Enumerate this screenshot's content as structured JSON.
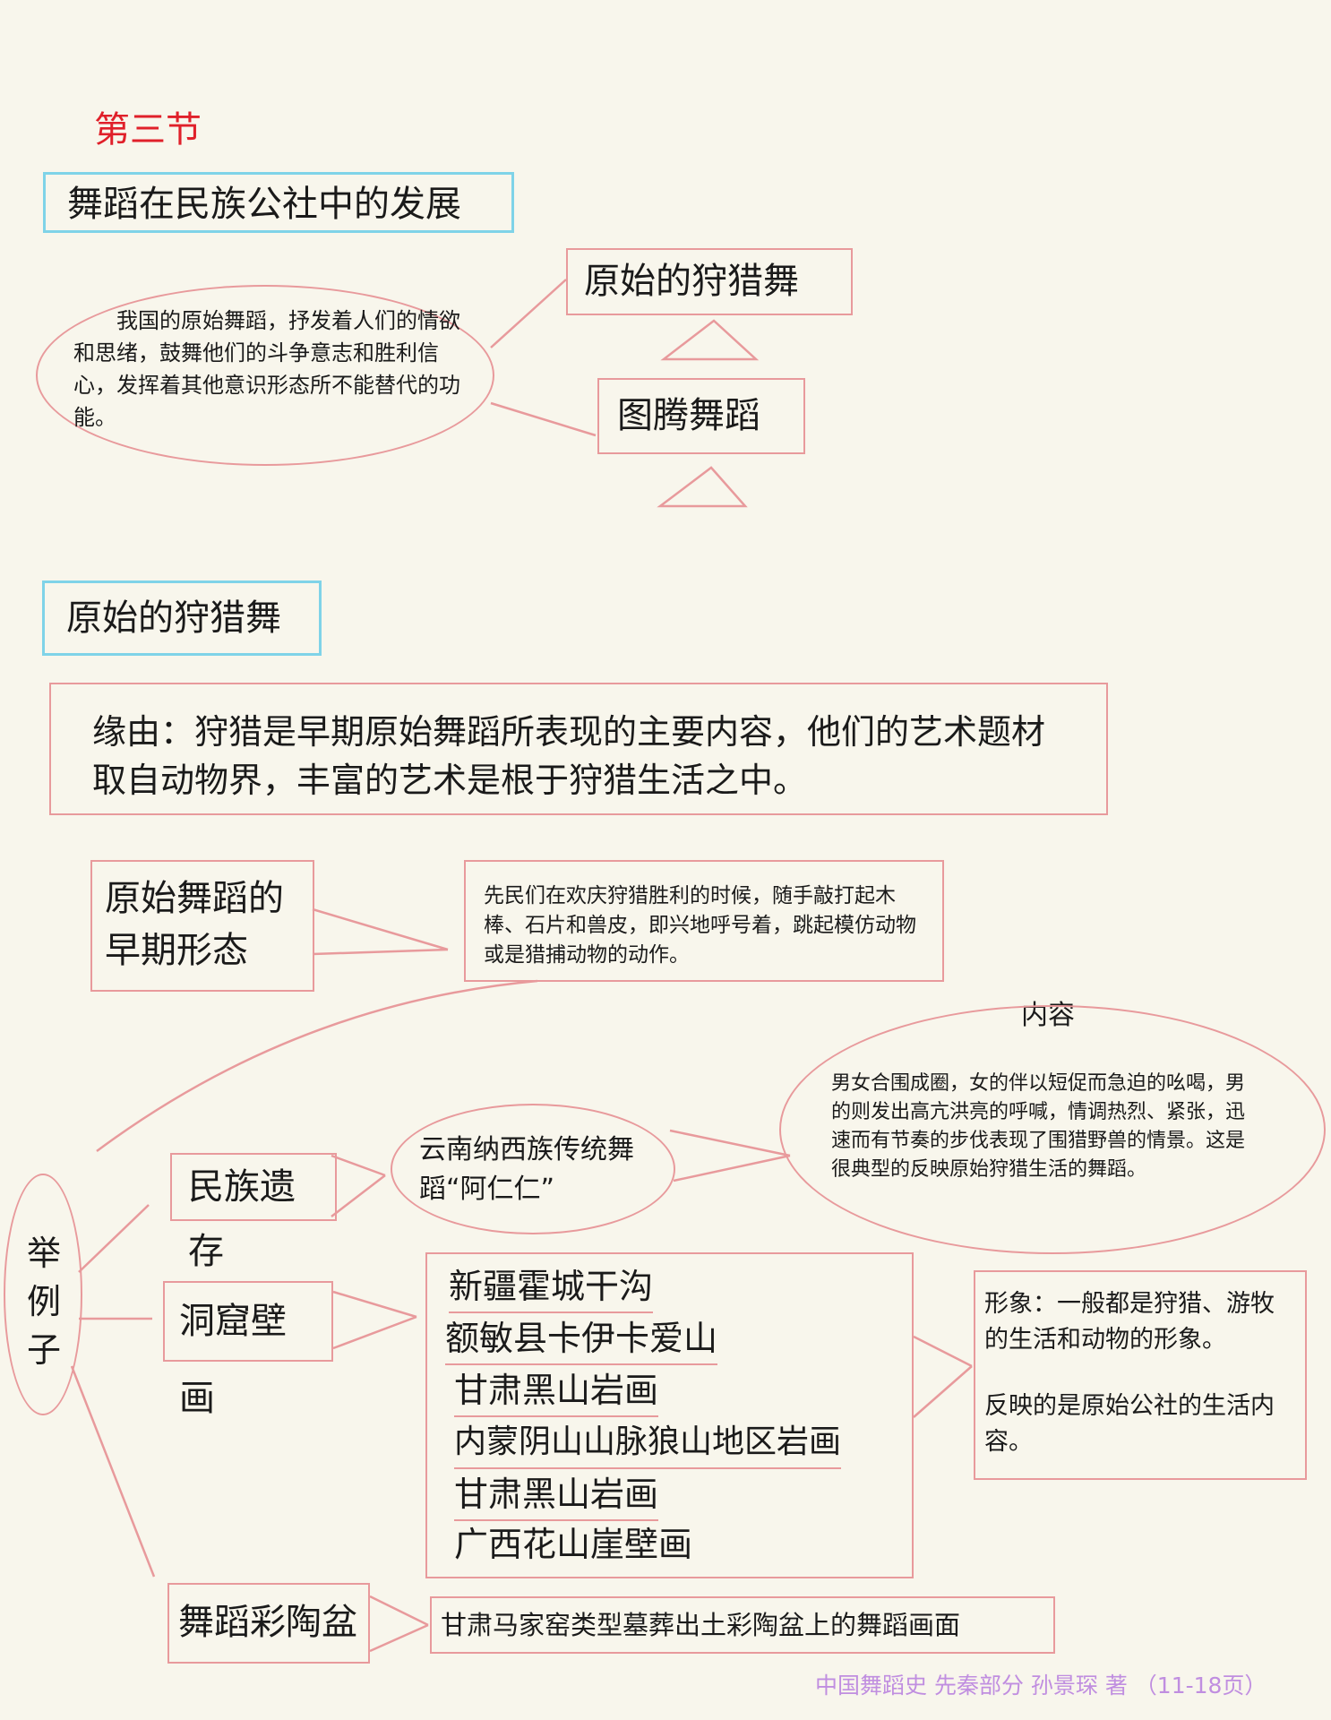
{
  "section_label": "第三节",
  "colors": {
    "accent_red": "#e0202a",
    "line_pink": "#e89a9c",
    "box_blue": "#7fd3e8",
    "footer_purple": "#c08ee0"
  },
  "topic1": {
    "title": "舞蹈在民族公社中的发展",
    "ellipse_text": "我国的原始舞蹈，抒发着人们的情欲和思绪，鼓舞他们的斗争意志和胜利信心，发挥着其他意识形态所不能替代的功能。",
    "box_hunting": "原始的狩猎舞",
    "box_totem": "图腾舞蹈"
  },
  "topic2": {
    "title": "原始的狩猎舞",
    "reason": "缘由：狩猎是早期原始舞蹈所表现的主要内容，他们的艺术题材取自动物界，丰富的艺术是根于狩猎生活之中。",
    "early_form_label": "原始舞蹈的早期形态",
    "early_form_text": "先民们在欢庆狩猎胜利的时候，随手敲打起木棒、石片和兽皮，即兴地呼号着，跳起模仿动物或是猎捕动物的动作。",
    "examples_label": "举例子",
    "ethnic": {
      "label": "民族遗存",
      "dance": "云南纳西族传统舞蹈“阿仁仁”",
      "content_label": "内容",
      "content_text": "男女合围成圈，女的伴以短促而急迫的吆喝，男的则发出高亢洪亮的呼喊，情调热烈、紧张，迅速而有节奏的步伐表现了围猎野兽的情景。这是很典型的反映原始狩猎生活的舞蹈。"
    },
    "cave": {
      "label": "洞窟壁画",
      "items": [
        "新疆霍城干沟",
        "额敏县卡伊卡爱山",
        "甘肃黑山岩画",
        "内蒙阴山山脉狼山地区岩画",
        "甘肃黑山岩画",
        "广西花山崖壁画"
      ],
      "note1": "形象：一般都是狩猎、游牧的生活和动物的形象。",
      "note2": "反映的是原始公社的生活内容。"
    },
    "pottery": {
      "label": "舞蹈彩陶盆",
      "text": "甘肃马家窑类型墓葬出土彩陶盆上的舞蹈画面"
    }
  },
  "footer": "中国舞蹈史 先秦部分 孙景琛 著 （11-18页）"
}
